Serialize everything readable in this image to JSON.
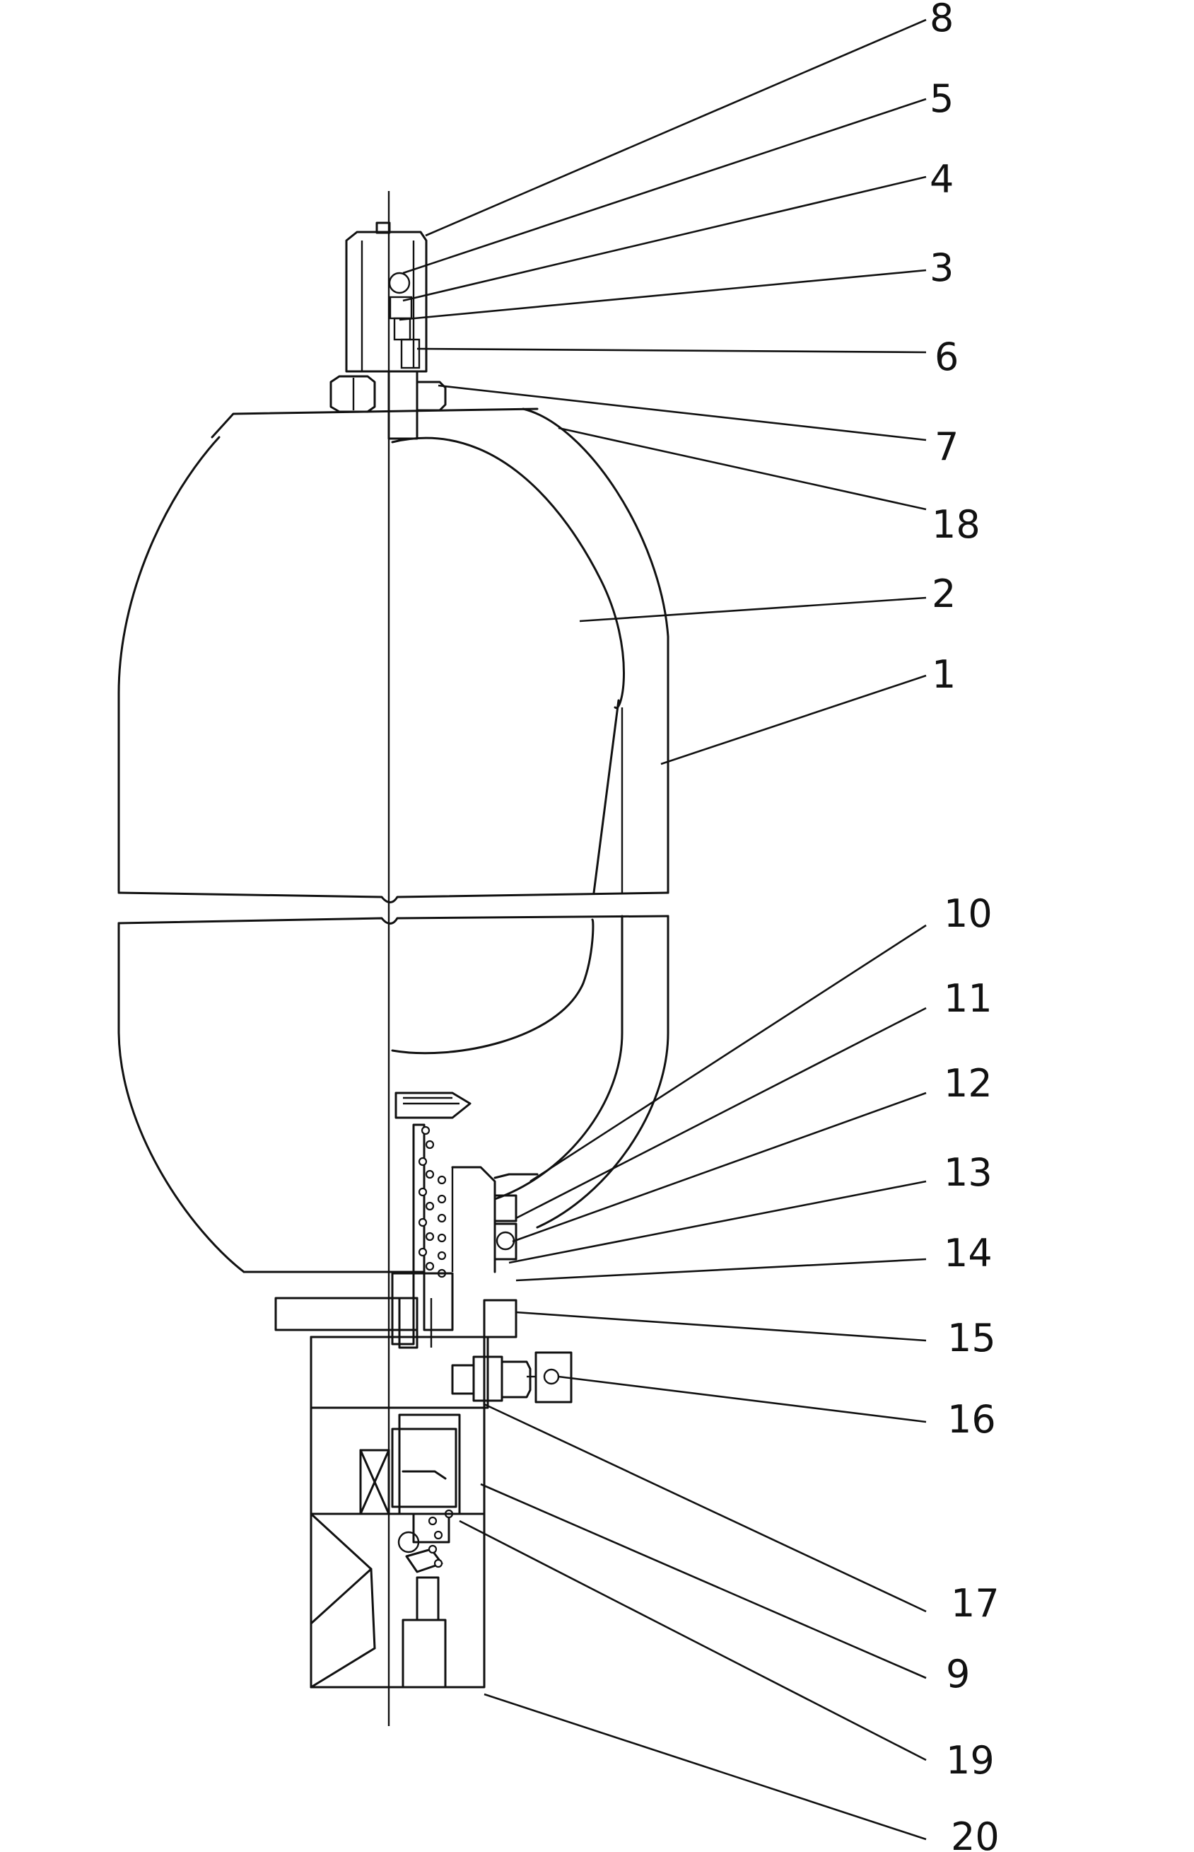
{
  "diagram": {
    "type": "exploded parts cross-section (hydraulic accumulator)",
    "callouts": [
      {
        "num": "8"
      },
      {
        "num": "5"
      },
      {
        "num": "4"
      },
      {
        "num": "3"
      },
      {
        "num": "6"
      },
      {
        "num": "7"
      },
      {
        "num": "18"
      },
      {
        "num": "2"
      },
      {
        "num": "1"
      },
      {
        "num": "10"
      },
      {
        "num": "11"
      },
      {
        "num": "12"
      },
      {
        "num": "13"
      },
      {
        "num": "14"
      },
      {
        "num": "15"
      },
      {
        "num": "16"
      },
      {
        "num": "17"
      },
      {
        "num": "9"
      },
      {
        "num": "19"
      },
      {
        "num": "20"
      }
    ]
  }
}
